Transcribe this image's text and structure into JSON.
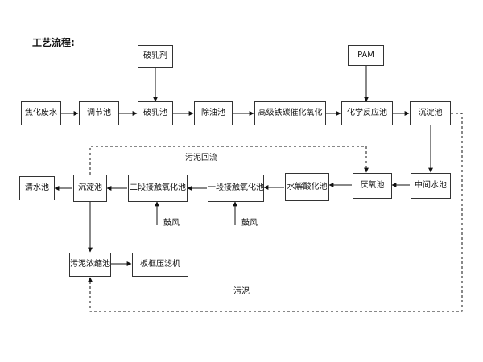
{
  "title": "工艺流程:",
  "nodes": {
    "coking_wastewater": "焦化废水",
    "regulating_tank": "调节池",
    "demulsifier": "破乳剂",
    "demulsify_tank": "破乳池",
    "oil_removal_tank": "除油池",
    "iron_carbon_oxidation": "高级铁碳催化氧化",
    "pam": "PAM",
    "chemical_reaction_tank": "化学反应池",
    "settling_tank_1": "沉淀池",
    "intermediate_tank": "中间水池",
    "anoxic_tank": "厌氧池",
    "hydrolysis_tank": "水解酸化池",
    "contact_oxidation_1": "一段接触氧化池",
    "contact_oxidation_2": "二段接触氧化池",
    "settling_tank_2": "沉淀池",
    "clear_water_tank": "清水池",
    "sludge_thickener": "污泥浓缩池",
    "filter_press": "板框压滤机"
  },
  "labels": {
    "sludge_return": "污泥回流",
    "blower_1": "鼓风",
    "blower_2": "鼓风",
    "sludge": "污泥"
  }
}
